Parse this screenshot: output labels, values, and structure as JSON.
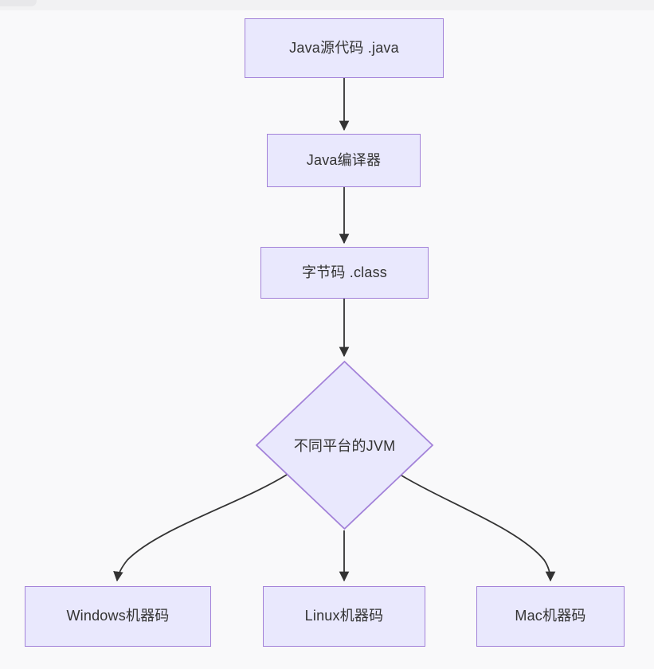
{
  "window": {
    "background_color": "#f9f9fa",
    "top_bar_color": "#f2f2f3",
    "top_tab_color": "#e8e8ea"
  },
  "theme": {
    "node_fill": "#e9e8fd",
    "node_border": "#a382d9",
    "node_text": "#333333",
    "edge_color": "#333333"
  },
  "diagram": {
    "type": "flowchart",
    "direction": "top-down",
    "nodes": [
      {
        "id": "source",
        "shape": "rect",
        "label": "Java源代码 .java"
      },
      {
        "id": "compiler",
        "shape": "rect",
        "label": "Java编译器"
      },
      {
        "id": "bytecode",
        "shape": "rect",
        "label": "字节码 .class"
      },
      {
        "id": "jvm",
        "shape": "diamond",
        "label": "不同平台的JVM"
      },
      {
        "id": "windows",
        "shape": "rect",
        "label": "Windows机器码"
      },
      {
        "id": "linux",
        "shape": "rect",
        "label": "Linux机器码"
      },
      {
        "id": "mac",
        "shape": "rect",
        "label": "Mac机器码"
      }
    ],
    "edges": [
      {
        "from": "source",
        "to": "compiler",
        "label": ""
      },
      {
        "from": "compiler",
        "to": "bytecode",
        "label": ""
      },
      {
        "from": "bytecode",
        "to": "jvm",
        "label": ""
      },
      {
        "from": "jvm",
        "to": "windows",
        "label": ""
      },
      {
        "from": "jvm",
        "to": "linux",
        "label": ""
      },
      {
        "from": "jvm",
        "to": "mac",
        "label": ""
      }
    ]
  }
}
